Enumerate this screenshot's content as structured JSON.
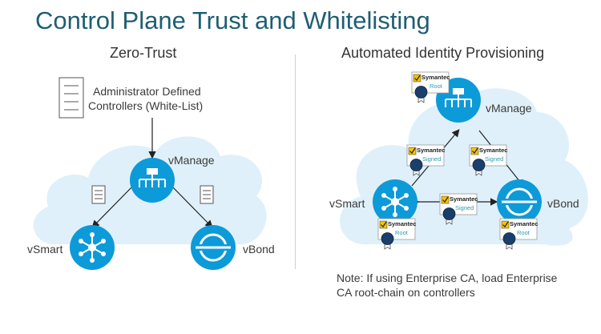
{
  "title": "Control Plane Trust and Whitelisting",
  "left": {
    "heading": "Zero-Trust",
    "admin_note_line1": "Administrator Defined",
    "admin_note_line2": "Controllers (White-List)",
    "nodes": {
      "vmanage": "vManage",
      "vsmart": "vSmart",
      "vbond": "vBond"
    }
  },
  "right": {
    "heading": "Automated Identity Provisioning",
    "nodes": {
      "vmanage": "vManage",
      "vsmart": "vSmart",
      "vbond": "vBond"
    },
    "cert_brand": "Symantec",
    "cert_root": "Root",
    "cert_signed": "Signed",
    "note_line1": "Note: If using Enterprise CA, load Enterprise",
    "note_line2": "CA root-chain on controllers"
  },
  "colors": {
    "title": "#1f5e73",
    "node": "#0d9ad8",
    "cloud": "#dff0fa",
    "seal": "#1b3f6b",
    "accent": "#2e9bb5"
  }
}
